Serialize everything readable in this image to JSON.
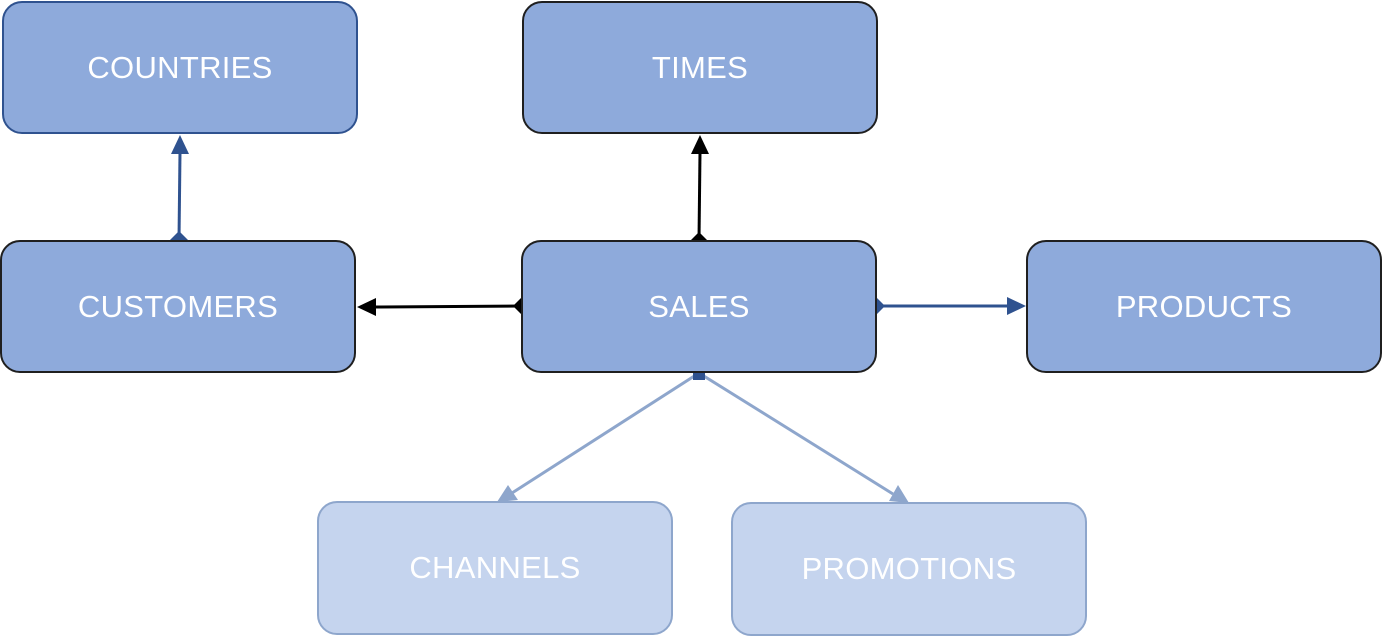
{
  "diagram": {
    "nodes": {
      "countries": "COUNTRIES",
      "times": "TIMES",
      "customers": "CUSTOMERS",
      "sales": "SALES",
      "products": "PRODUCTS",
      "channels": "CHANNELS",
      "promotions": "PROMOTIONS"
    },
    "colors": {
      "node_fill": "#8eaadb",
      "node_fill_faded": "#c5d4ee",
      "connector_blue": "#2f528f",
      "connector_black": "#000000",
      "connector_faded": "#8ea6cc",
      "text": "#ffffff"
    }
  }
}
